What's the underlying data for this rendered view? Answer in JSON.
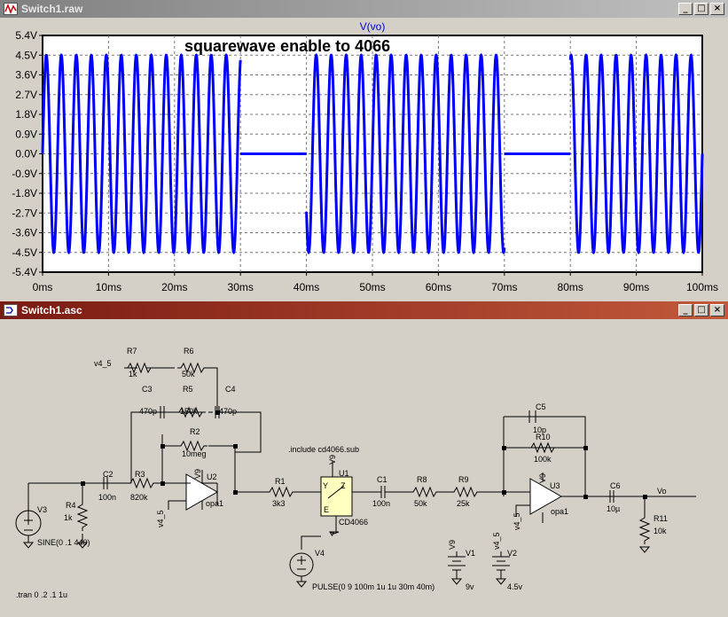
{
  "waveform_window": {
    "title": "Switch1.raw",
    "trace_label": "V(vo)",
    "annotation": "squarewave enable to 4066",
    "trace_color": "#0000ff"
  },
  "schematic_window": {
    "title": "Switch1.asc",
    "directives": [
      ".include cd4066.sub",
      ".tran 0 .2 .1 1u"
    ],
    "labels": {
      "R7": "R7",
      "R7v": "1k",
      "R6": "R6",
      "R6v": "50k",
      "C3": "C3",
      "C3v": "470p",
      "R5": "R5",
      "R5v": "150k",
      "C4": "C4",
      "C4v": "470p",
      "R2": "R2",
      "R2v": "10meg",
      "C2": "C2",
      "C2v": "100n",
      "R3": "R3",
      "R3v": "820k",
      "U2": "U2",
      "U2v": "opa1",
      "V9a": "V9",
      "R4": "R4",
      "R4v": "1k",
      "V3": "V3",
      "V3v": "SINE(0 .1 440)",
      "v45a": "v4_5",
      "v45b": "v4_5",
      "R1": "R1",
      "R1v": "3k3",
      "U1": "U1",
      "V9b": "V9",
      "U1v": "CD4066",
      "Y": "Y",
      "Z": "Z",
      "E": "E",
      "C1": "C1",
      "C1v": "100n",
      "R8": "R8",
      "R8v": "50k",
      "R9": "R9",
      "R9v": "25k",
      "V4": "V4",
      "V4v": "PULSE(0 9 100m 1u 1u 30m 40m)",
      "V1": "V1",
      "V1v": "9v",
      "V9c": "V9",
      "V2": "V2",
      "V2v": "4.5v",
      "v45c": "v4_5",
      "C5": "C5",
      "C5v": "10p",
      "R10": "R10",
      "R10v": "100k",
      "U3": "U3",
      "U3v": "opa1",
      "V9d": "V9",
      "v45d": "v4_5",
      "C6": "C6",
      "C6v": "10µ",
      "Vo": "Vo",
      "R11": "R11",
      "R11v": "10k"
    }
  },
  "chart_data": {
    "type": "line",
    "title": "V(vo)",
    "annotation": "squarewave enable to 4066",
    "xlabel": "",
    "ylabel": "",
    "xlim": [
      0,
      100
    ],
    "ylim": [
      -5.4,
      5.4
    ],
    "x_ticks": [
      "0ms",
      "10ms",
      "20ms",
      "30ms",
      "40ms",
      "50ms",
      "60ms",
      "70ms",
      "80ms",
      "90ms",
      "100ms"
    ],
    "y_ticks": [
      "5.4V",
      "4.5V",
      "3.6V",
      "2.7V",
      "1.8V",
      "0.9V",
      "0.0V",
      "-0.9V",
      "-1.8V",
      "-2.7V",
      "-3.6V",
      "-4.5V",
      "-5.4V"
    ],
    "grid": true,
    "series": [
      {
        "amplitude": 4.5,
        "frequency_hz": 440,
        "segments": [
          {
            "type": "sine",
            "start_ms": 0,
            "end_ms": 30
          },
          {
            "type": "flat",
            "start_ms": 30,
            "end_ms": 40,
            "value": 0.0
          },
          {
            "type": "sine",
            "start_ms": 40,
            "end_ms": 70
          },
          {
            "type": "flat",
            "start_ms": 70,
            "end_ms": 80,
            "value": 0.0
          },
          {
            "type": "sine",
            "start_ms": 80,
            "end_ms": 100
          }
        ]
      }
    ]
  }
}
